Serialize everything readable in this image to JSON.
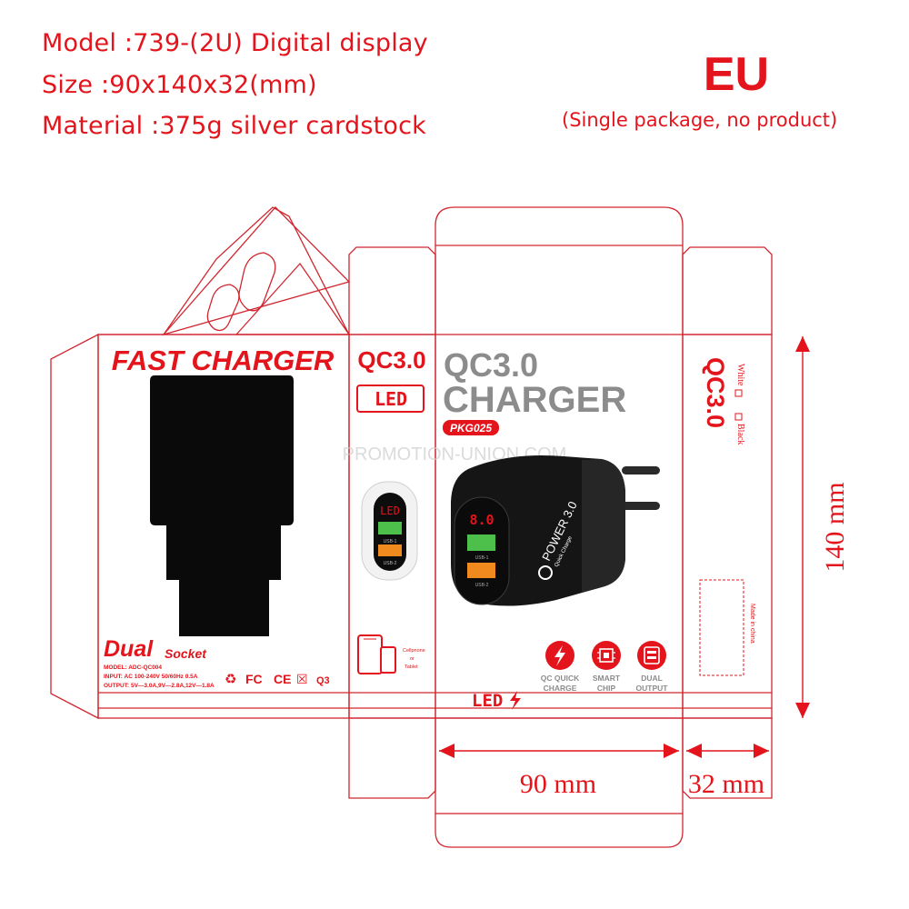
{
  "specs": {
    "model": "Model :739-(2U) Digital display",
    "size": "Size :90x140x32(mm)",
    "material": "Material :375g silver cardstock"
  },
  "region": "EU",
  "package_note": "(Single package, no product)",
  "back_panel": {
    "title": "FAST CHARGER",
    "dual": "Dual",
    "socket": "Socket",
    "model_line": "MODEL:  ADC-QC004",
    "input_line": "INPUT:  AC 100-240V  50/60Hz  0.5A",
    "output_line": "OUTPUT:  5V—3.0A,9V—2.8A,12V—1.8A",
    "cert_marks": [
      "♻",
      "FC",
      "CE",
      "☒",
      "Q3"
    ]
  },
  "side_left": {
    "qc": "QC3.0",
    "led": "LED",
    "mini_display": "LED",
    "usb1": "USB-1",
    "usb2": "USB-2",
    "device_caption_1": "Cellpnone",
    "device_caption_2": "or",
    "device_caption_3": "Tablet"
  },
  "front_panel": {
    "qc": "QC3.0",
    "charger": "CHARGER",
    "code": "PKG025",
    "watermark": "PROMOTION-UNION.COM",
    "display_value": "8.0",
    "power_brand": "POWER 3.0",
    "quick_charge": "Quick Charge",
    "port1": "USB-1",
    "port2": "USB-2",
    "features": [
      {
        "icon": "lightning-icon",
        "line1": "QC QUICK",
        "line2": "CHARGE"
      },
      {
        "icon": "chip-icon",
        "line1": "SMART",
        "line2": "CHIP"
      },
      {
        "icon": "ports-icon",
        "line1": "DUAL",
        "line2": "OUTPUT"
      }
    ],
    "bottom_logo": "LED"
  },
  "side_right": {
    "qc": "QC3.0",
    "black": "Black",
    "white": "White",
    "made_in": "Made in china"
  },
  "dimensions": {
    "width": "90 mm",
    "depth": "32 mm",
    "height": "140 mm"
  },
  "colors": {
    "accent": "#e3141b",
    "dieline": "#d1262f",
    "gray_text": "#8c8c8c",
    "black": "#0a0a0a",
    "usb_green": "#4cc04a",
    "usb_orange": "#f08a1e"
  }
}
